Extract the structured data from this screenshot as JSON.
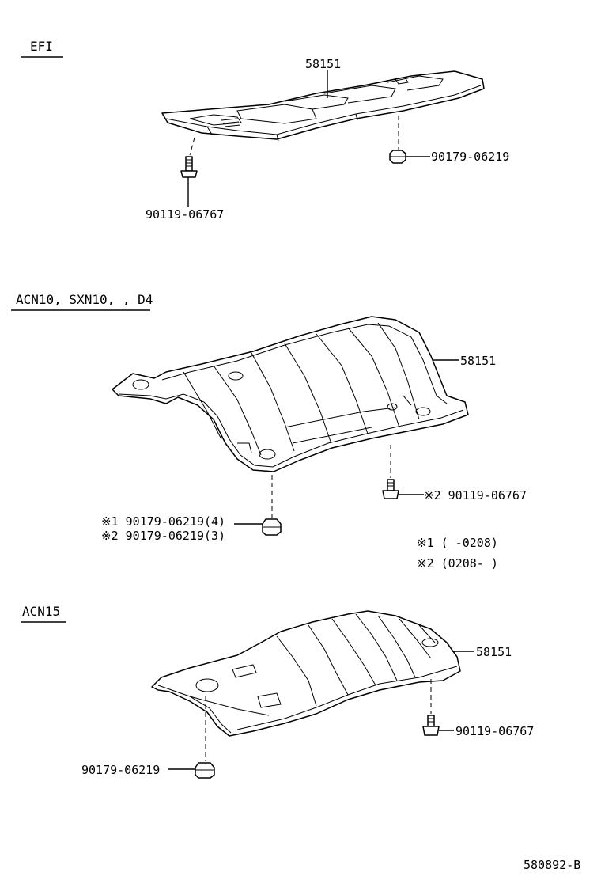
{
  "sections": [
    {
      "title": "EFI",
      "main_part": "58151",
      "fasteners": [
        "90179-06219",
        "90119-06767"
      ]
    },
    {
      "title": "ACN10, SXN10, , D4",
      "main_part": "58151",
      "fasteners": [
        "※2 90119-06767",
        "※1  90179-06219(4)",
        "※2  90179-06219(3)"
      ],
      "notes": [
        "※1   (     -0208)",
        "※2   (0208-     )"
      ]
    },
    {
      "title": "ACN15",
      "main_part": "58151",
      "fasteners": [
        "90119-06767",
        "90179-06219"
      ]
    }
  ],
  "footer_code": "580892-B"
}
